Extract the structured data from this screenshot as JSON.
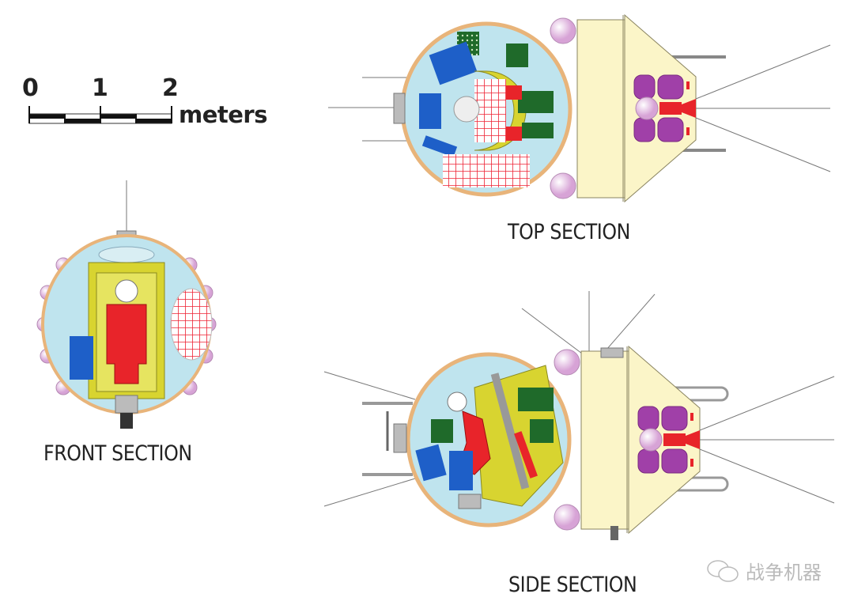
{
  "scale_bar": {
    "ticks": [
      "0",
      "1",
      "2"
    ],
    "unit": "meters"
  },
  "views": {
    "top": "TOP SECTION",
    "front": "FRONT SECTION",
    "side": "SIDE SECTION"
  },
  "watermark": "战争机器",
  "colors": {
    "capsule_interior": "#bfe4ee",
    "capsule_rim": "#e8b47a",
    "service_module": "#fbf5c8",
    "seat": "#d8d430",
    "equipment_blue": "#1e5fc8",
    "equipment_green": "#1f6a2a",
    "suit_red": "#e8242a",
    "tanks_purple": "#a040a8",
    "spheres_pink": "#e9c4e6"
  }
}
